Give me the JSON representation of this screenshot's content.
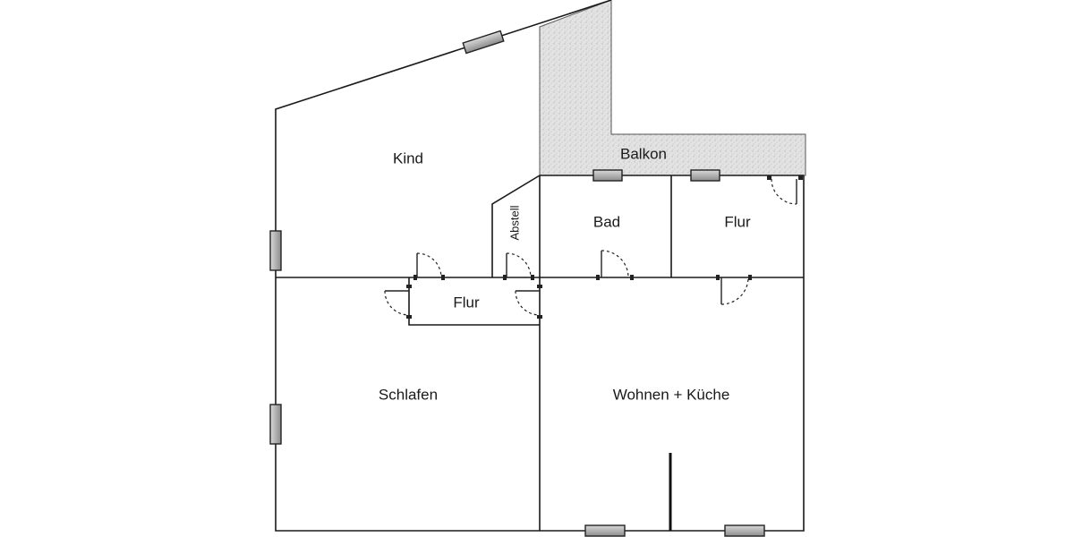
{
  "rooms": {
    "kind": "Kind",
    "balkon": "Balkon",
    "abstell": "Abstell",
    "bad": "Bad",
    "flur_right": "Flur",
    "flur_center": "Flur",
    "schlafen": "Schlafen",
    "wohnen": "Wohnen + Küche"
  },
  "colors": {
    "wall": "#1a1a1a",
    "window_light": "#e6e6e6",
    "window_dark": "#8c8c8c",
    "balcony_fill": "#e2e2e2"
  },
  "icons": {
    "window": "window-symbol",
    "door": "door-swing-symbol"
  }
}
